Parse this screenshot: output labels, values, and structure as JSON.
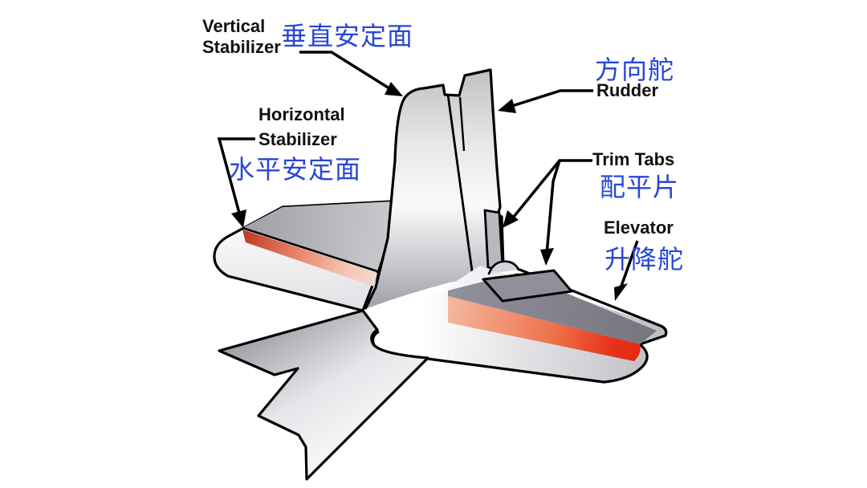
{
  "diagram": {
    "subject": "aircraft tail (empennage) parts diagram",
    "colors": {
      "background": "#ffffff",
      "outline": "#000000",
      "english_label": "#111111",
      "chinese_label": "#2847d6",
      "elevator_red": "#e83018",
      "surface_gray": "#9a9aa2"
    },
    "labels": {
      "vertical_stabilizer": {
        "en_line1": "Vertical",
        "en_line2": "Stabilizer",
        "zh": "垂直安定面"
      },
      "horizontal_stabilizer": {
        "en_line1": "Horizontal",
        "en_line2": "Stabilizer",
        "zh": "水平安定面"
      },
      "rudder": {
        "en": "Rudder",
        "zh": "方向舵"
      },
      "trim_tabs": {
        "en": "Trim Tabs",
        "zh": "配平片"
      },
      "elevator": {
        "en": "Elevator",
        "zh": "升降舵"
      }
    }
  }
}
